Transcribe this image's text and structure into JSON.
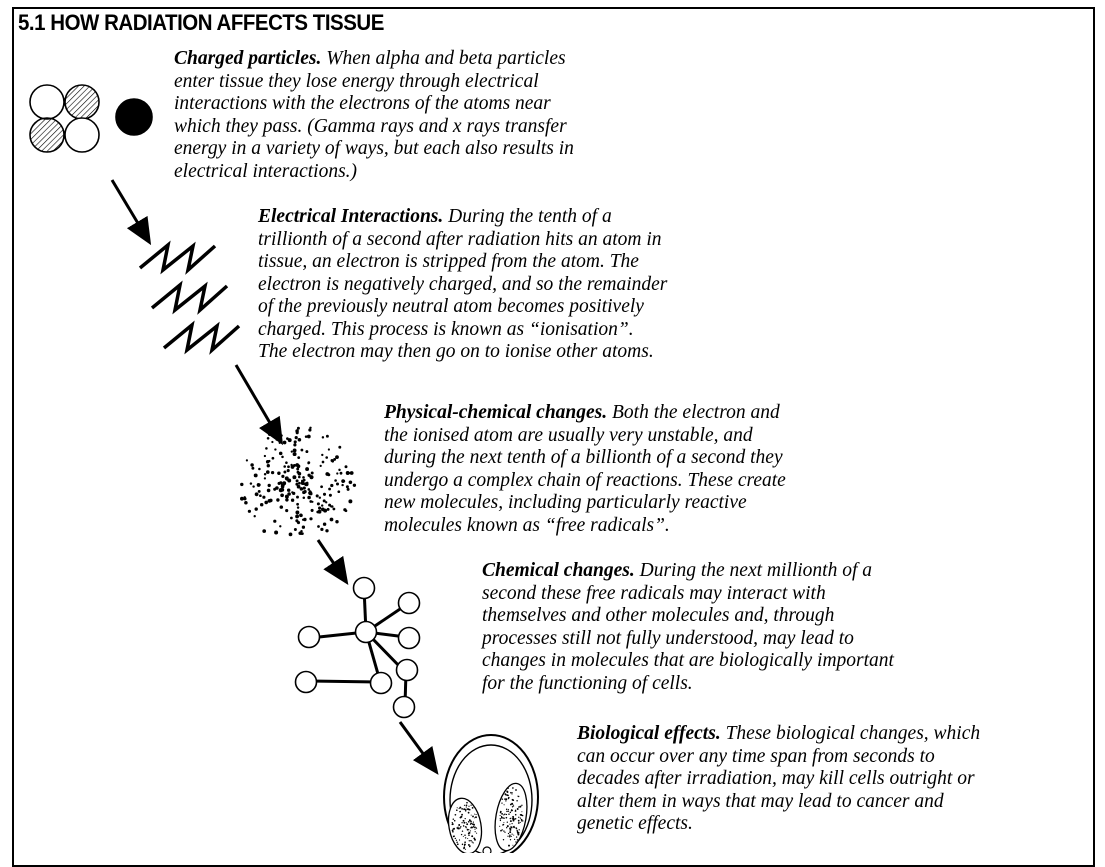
{
  "title": "5.1 HOW RADIATION AFFECTS TISSUE",
  "stages": [
    {
      "heading": "Charged particles.",
      "text": " When alpha and beta particles\nenter tissue they lose energy through electrical\ninteractions with the electrons of the atoms near\nwhich they pass. (Gamma rays and x rays transfer\nenergy in a variety of ways, but each also results in\nelectrical interactions.)",
      "icon": "atom-particles-icon"
    },
    {
      "heading": "Electrical Interactions.",
      "text": " During the tenth of a\ntrillionth of a second after radiation hits an atom in\ntissue, an electron is stripped from the atom. The\nelectron is negatively charged, and so the remainder\nof the previously neutral atom becomes positively\ncharged. This process is known as “ionisation”.\nThe electron may then go on to ionise other atoms.",
      "icon": "zigzag-lightning-icon"
    },
    {
      "heading": "Physical-chemical changes.",
      "text": " Both the electron and\nthe ionised atom are usually very unstable, and\nduring the next tenth of a billionth of a second they\nundergo a complex chain of reactions. These create\nnew molecules, including particularly reactive\nmolecules known as “free radicals”.",
      "icon": "dot-cloud-icon"
    },
    {
      "heading": "Chemical changes.",
      "text": " During the next millionth of a\nsecond these free radicals may interact with\nthemselves and other molecules and, through\nprocesses still not fully understood, may lead to\nchanges in molecules that are biologically important\nfor the functioning of cells.",
      "icon": "molecule-network-icon"
    },
    {
      "heading": "Biological effects.",
      "text": " These biological changes, which\ncan occur over any time span from seconds to\ndecades after irradiation, may kill cells outright or\nalter them in ways that may lead to cancer and\ngenetic effects.",
      "icon": "cell-icon"
    }
  ]
}
